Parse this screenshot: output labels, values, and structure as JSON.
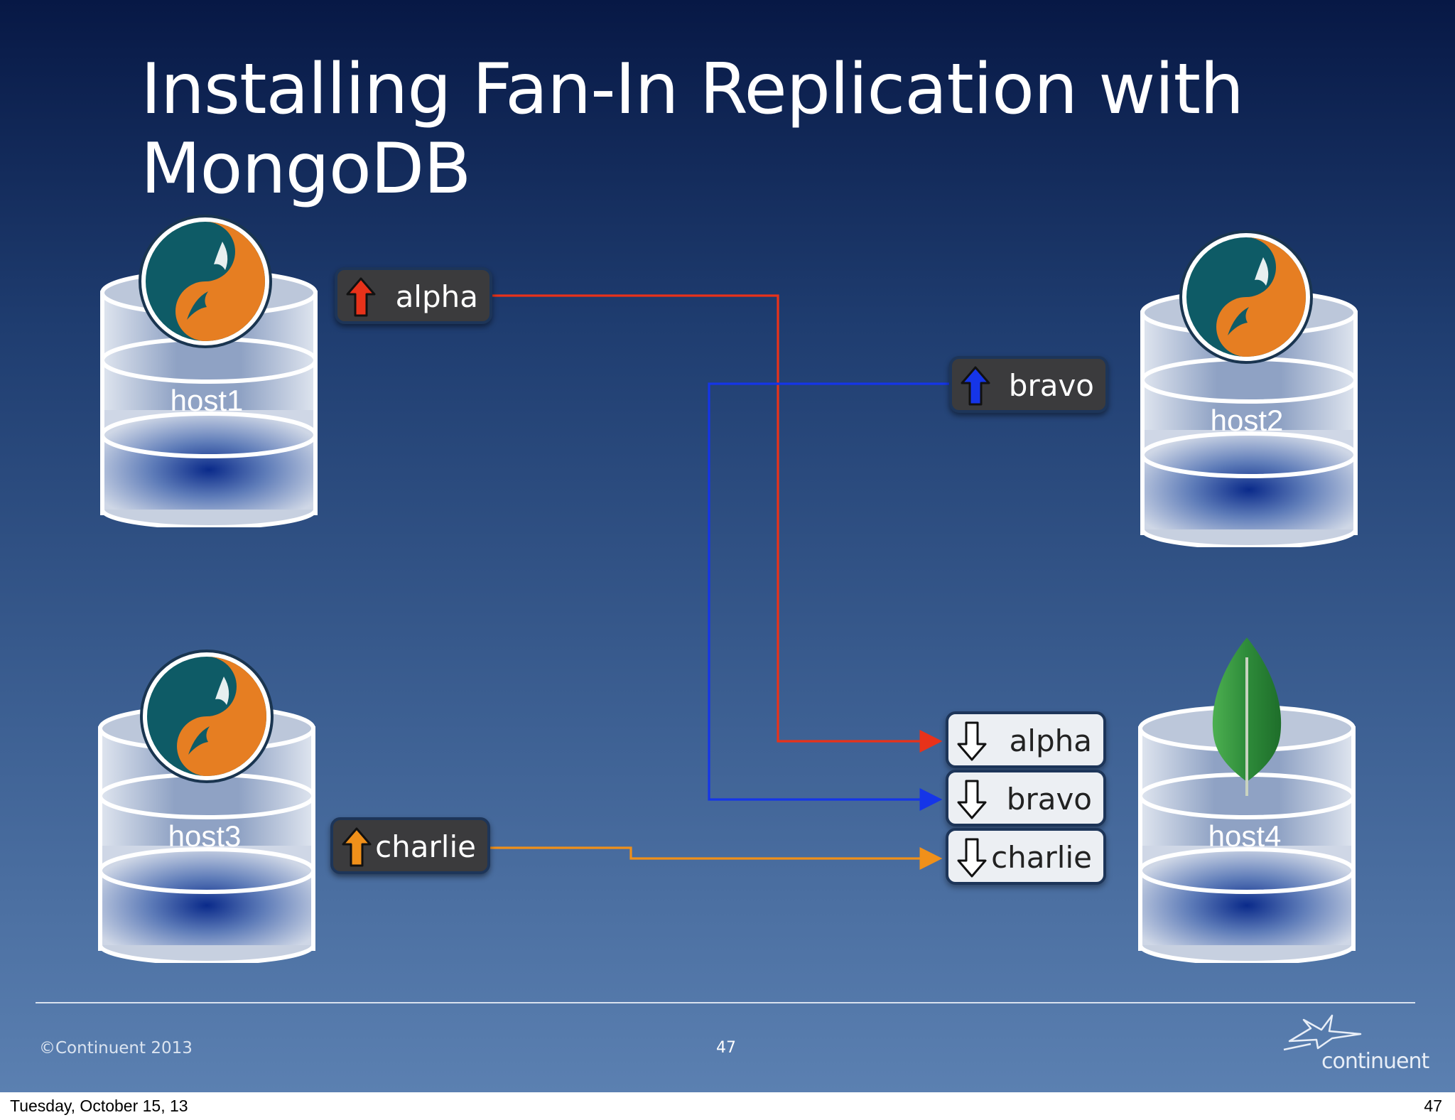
{
  "slide": {
    "title_line1": "Installing Fan-In Replication with",
    "title_line2": "MongoDB",
    "copyright": "©Continuent 2013",
    "page_number": "47",
    "logo_text": "continuent"
  },
  "hosts": {
    "host1": {
      "label": "host1",
      "icon": "mysql-dolphin-icon"
    },
    "host2": {
      "label": "host2",
      "icon": "mysql-dolphin-icon"
    },
    "host3": {
      "label": "host3",
      "icon": "mysql-dolphin-icon"
    },
    "host4": {
      "label": "host4",
      "icon": "mongodb-leaf-icon"
    }
  },
  "extractors": [
    {
      "label": "alpha",
      "color": "#e8321a"
    },
    {
      "label": "bravo",
      "color": "#1535e8"
    },
    {
      "label": "charlie",
      "color": "#f0901a"
    }
  ],
  "appliers": [
    {
      "label": "alpha",
      "color": "#e8321a"
    },
    {
      "label": "bravo",
      "color": "#1535e8"
    },
    {
      "label": "charlie",
      "color": "#f0901a"
    }
  ],
  "footer": {
    "date": "Tuesday, October 15, 13",
    "page": "47"
  }
}
